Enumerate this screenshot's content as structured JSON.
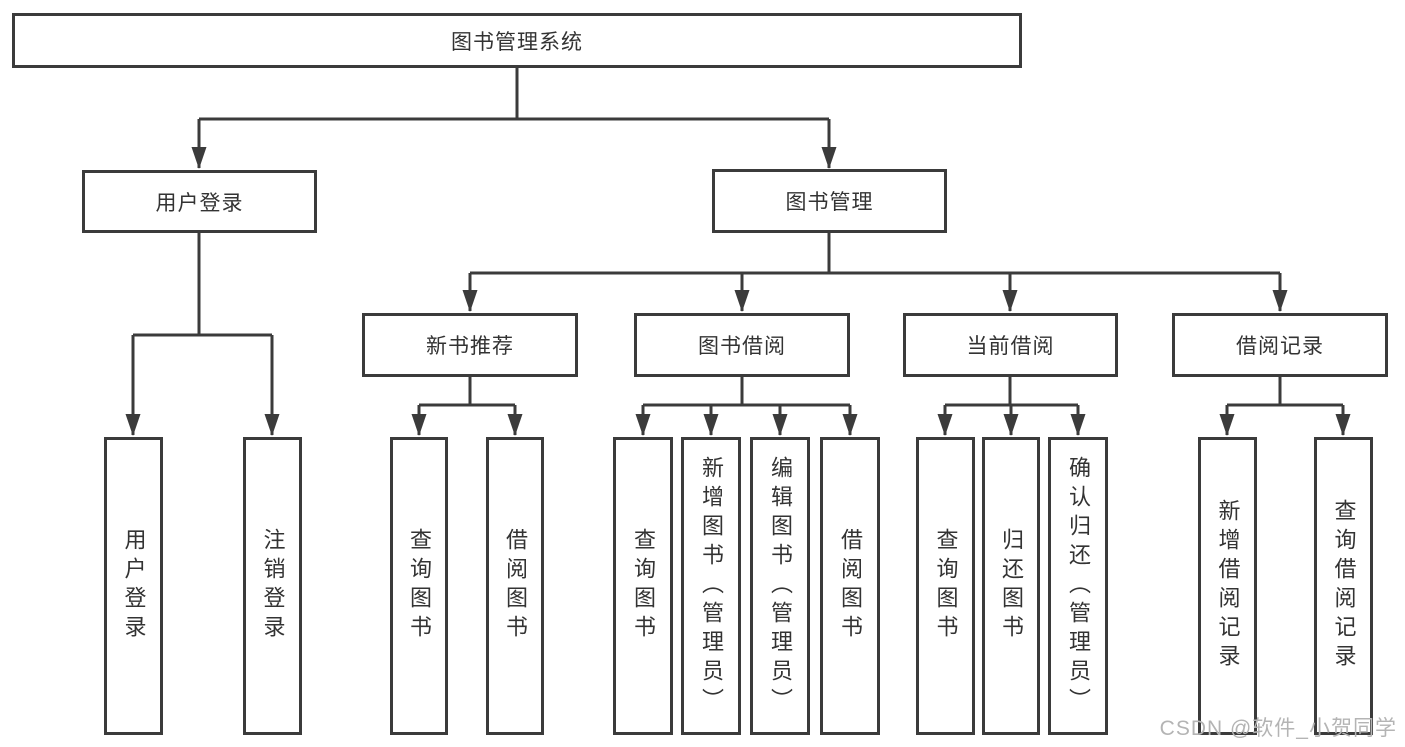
{
  "diagram": {
    "root": {
      "label": "图书管理系统"
    },
    "branches": [
      {
        "label": "用户登录",
        "children": [
          {
            "label": "用户登录"
          },
          {
            "label": "注销登录"
          }
        ]
      },
      {
        "label": "图书管理",
        "children": [
          {
            "label": "新书推荐",
            "children": [
              {
                "label": "查询图书"
              },
              {
                "label": "借阅图书"
              }
            ]
          },
          {
            "label": "图书借阅",
            "children": [
              {
                "label": "查询图书"
              },
              {
                "label": "新增图书（管理员）"
              },
              {
                "label": "编辑图书（管理员）"
              },
              {
                "label": "借阅图书"
              }
            ]
          },
          {
            "label": "当前借阅",
            "children": [
              {
                "label": "查询图书"
              },
              {
                "label": "归还图书"
              },
              {
                "label": "确认归还（管理员）"
              }
            ]
          },
          {
            "label": "借阅记录",
            "children": [
              {
                "label": "新增借阅记录"
              },
              {
                "label": "查询借阅记录"
              }
            ]
          }
        ]
      }
    ]
  },
  "watermark": {
    "text": "CSDN @软件_小贺同学"
  },
  "colors": {
    "line": "#3b3b3b",
    "text": "#333333",
    "watermark": "#b4b4b4",
    "background": "#ffffff"
  }
}
